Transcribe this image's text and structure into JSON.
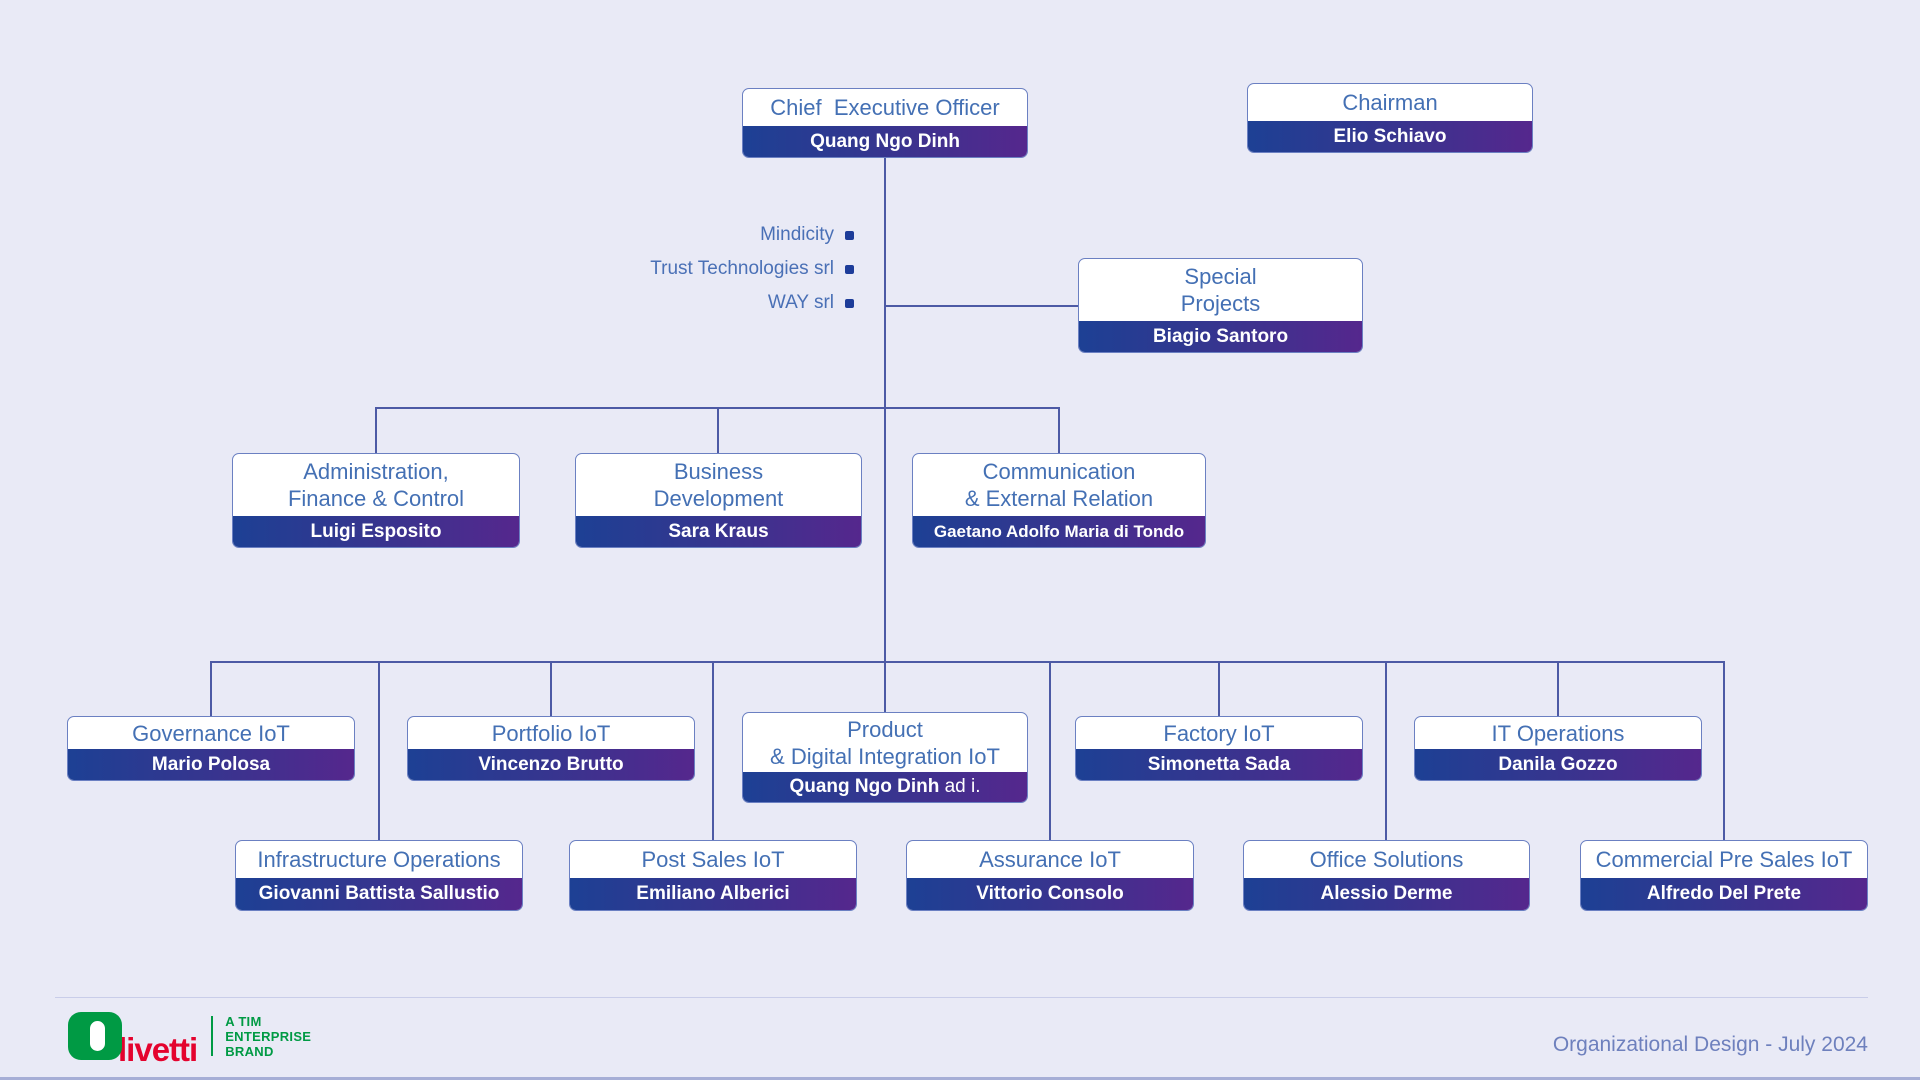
{
  "org": {
    "ceo": {
      "title": "Chief  Executive Officer",
      "name": "Quang Ngo Dinh"
    },
    "chairman": {
      "title": "Chairman",
      "name": "Elio Schiavo"
    },
    "special_projects": {
      "title1": "Special",
      "title2": "Projects",
      "name": "Biagio Santoro"
    },
    "admin": {
      "title1": "Administration,",
      "title2": "Finance & Control",
      "name": "Luigi Esposito"
    },
    "business": {
      "title1": "Business",
      "title2": "Development",
      "name": "Sara Kraus"
    },
    "communication": {
      "title1": "Communication",
      "title2": "& External Relation",
      "name": "Gaetano Adolfo Maria di Tondo"
    },
    "governance": {
      "title": "Governance IoT",
      "name": "Mario Polosa"
    },
    "portfolio": {
      "title": "Portfolio IoT",
      "name": "Vincenzo Brutto"
    },
    "product": {
      "title1": "Product",
      "title2": "& Digital Integration IoT",
      "name": "Quang Ngo Dinh",
      "name_suffix": " ad i."
    },
    "factory": {
      "title": "Factory IoT",
      "name": "Simonetta Sada"
    },
    "it_operations": {
      "title": "IT Operations",
      "name": "Danila Gozzo"
    },
    "infrastructure": {
      "title": "Infrastructure Operations",
      "name": "Giovanni Battista Sallustio"
    },
    "post_sales": {
      "title": "Post Sales IoT",
      "name": "Emiliano Alberici"
    },
    "assurance": {
      "title": "Assurance IoT",
      "name": "Vittorio Consolo"
    },
    "office": {
      "title": "Office Solutions",
      "name": "Alessio Derme"
    },
    "commercial": {
      "title": "Commercial Pre Sales IoT",
      "name": "Alfredo Del Prete"
    }
  },
  "subsidiaries": {
    "items": [
      {
        "label": "Mindicity"
      },
      {
        "label": "Trust Technologies srl"
      },
      {
        "label": "WAY srl"
      }
    ]
  },
  "brand": {
    "wordmark": "livetti",
    "tagline1": "A TIM",
    "tagline2": "ENTERPRISE",
    "tagline3": "BRAND"
  },
  "footer": {
    "note": "Organizational Design - July 2024"
  },
  "colors": {
    "background": "#e9eaf6",
    "box_border": "#6b80c2",
    "title_text": "#4470b4",
    "band_gradient_left": "#1d4094",
    "band_gradient_right": "#55278d",
    "connector": "#4d5aa5",
    "bullet": "#1d3c99",
    "olivetti_green": "#009a44",
    "olivetti_red": "#e4032e",
    "footer_text": "#6e80bd"
  }
}
